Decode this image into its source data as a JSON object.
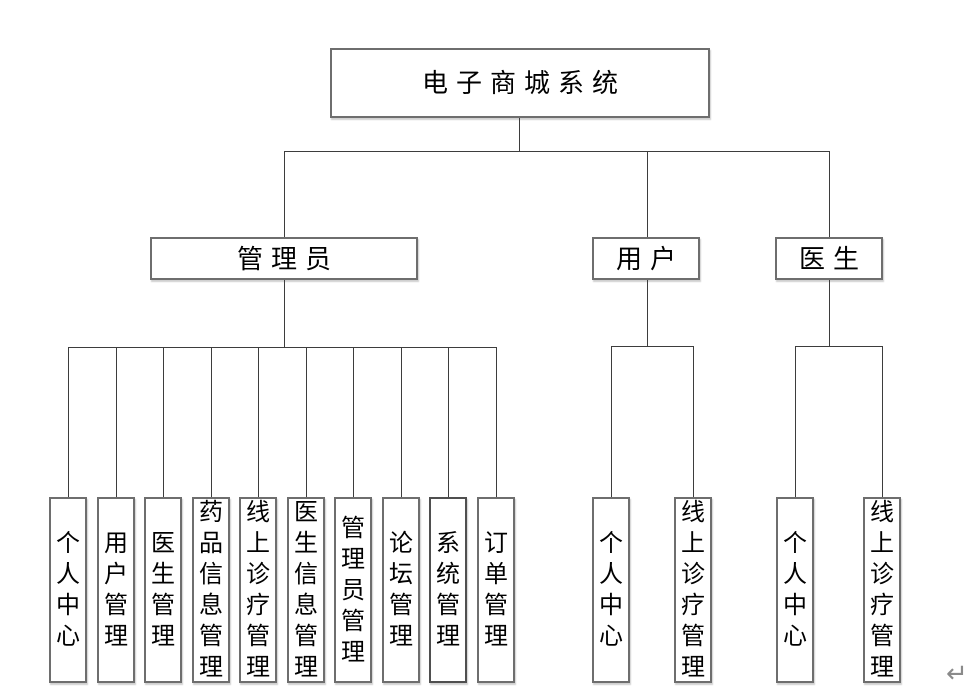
{
  "diagram": {
    "root": {
      "label": "电子商城系统"
    },
    "branches": [
      {
        "label": "管理员",
        "children": [
          "个人中心",
          "用户管理",
          "医生管理",
          "药品信息管理",
          "线上诊疗管理",
          "医生信息管理",
          "管理员管理",
          "论坛管理",
          "系统管理",
          "订单管理"
        ]
      },
      {
        "label": "用户",
        "children": [
          "个人中心",
          "线上诊疗管理"
        ]
      },
      {
        "label": "医生",
        "children": [
          "个人中心",
          "线上诊疗管理"
        ]
      }
    ],
    "return_mark": "↵"
  },
  "colors": {
    "bg": "#ffffff",
    "border": "#6e6e6e",
    "line": "#3d3d3d",
    "text": "#000000",
    "mark": "#8a8a8a"
  }
}
